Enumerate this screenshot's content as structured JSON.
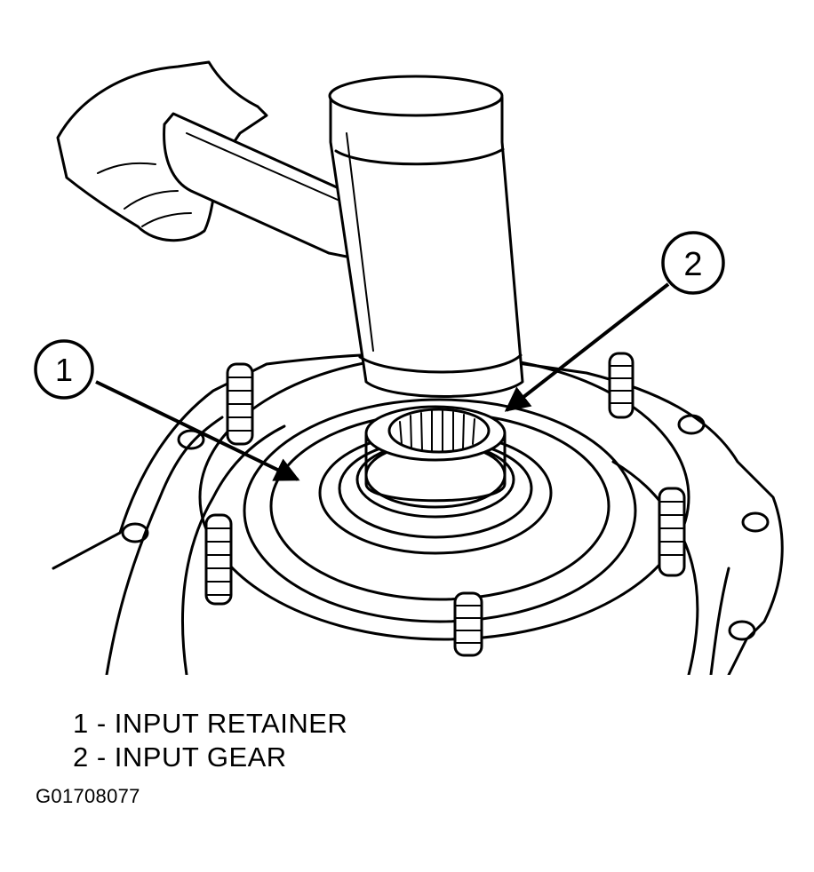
{
  "callouts": [
    {
      "number": "1",
      "label": "INPUT RETAINER"
    },
    {
      "number": "2",
      "label": "INPUT GEAR"
    }
  ],
  "legend": [
    {
      "text": "1 - INPUT RETAINER"
    },
    {
      "text": "2 - INPUT GEAR"
    }
  ],
  "figure_id": "G01708077"
}
